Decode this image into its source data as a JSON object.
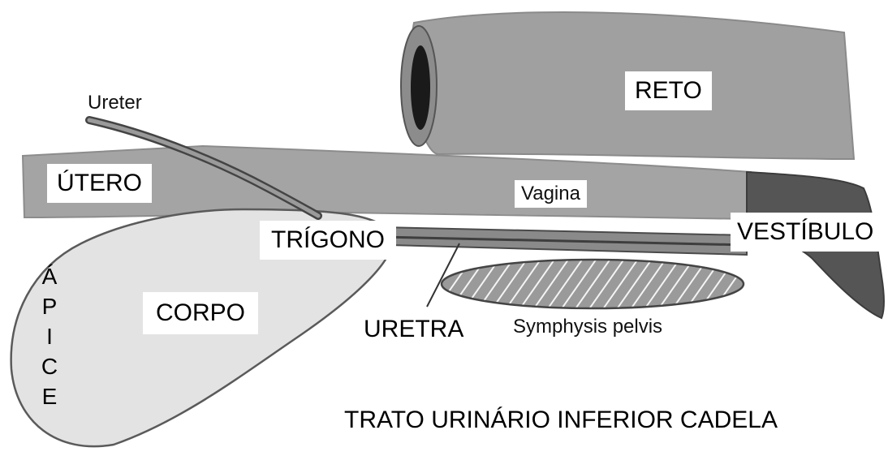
{
  "diagram": {
    "title": "TRATO URINÁRIO INFERIOR CADELA",
    "labels": {
      "reto": "RETO",
      "ureter": "Ureter",
      "utero": "ÚTERO",
      "vagina": "Vagina",
      "trigono": "TRÍGONO",
      "vestibulo": "VESTÍBULO",
      "corpo": "CORPO",
      "uretra": "URETRA",
      "symphysis": "Symphysis pelvis"
    },
    "apice_letters": [
      "Á",
      "P",
      "I",
      "C",
      "E"
    ]
  }
}
